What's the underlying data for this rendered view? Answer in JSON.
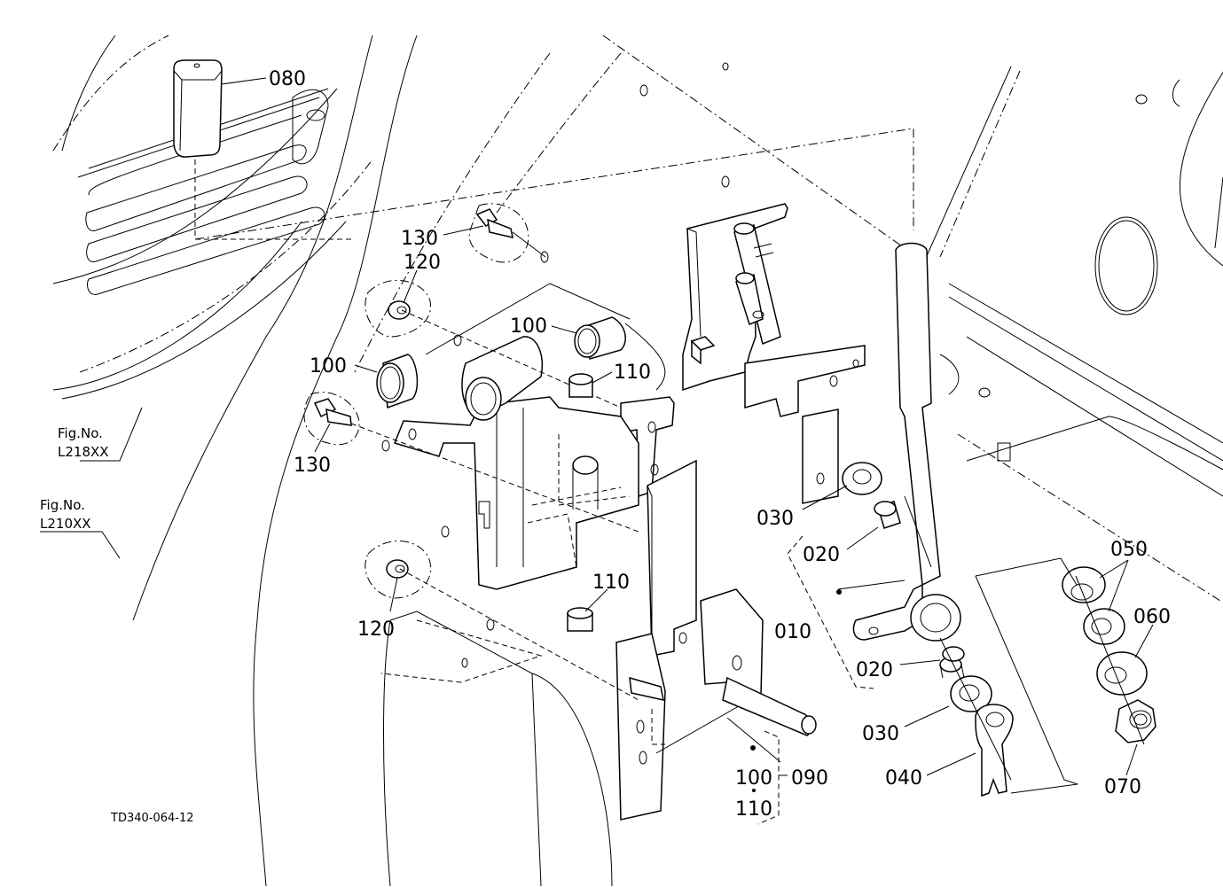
{
  "diagram": {
    "drawing_code": "TD340-064-12",
    "figure_refs": [
      {
        "label": "Fig.No.",
        "code": "L218XX"
      },
      {
        "label": "Fig.No.",
        "code": "L210XX"
      }
    ],
    "callouts": [
      {
        "id": "c080",
        "text": "080"
      },
      {
        "id": "c130a",
        "text": "130"
      },
      {
        "id": "c120a",
        "text": "120"
      },
      {
        "id": "c100a",
        "text": "100"
      },
      {
        "id": "c100b",
        "text": "100"
      },
      {
        "id": "c110a",
        "text": "110"
      },
      {
        "id": "c130b",
        "text": "130"
      },
      {
        "id": "c110b",
        "text": "110"
      },
      {
        "id": "c120b",
        "text": "120"
      },
      {
        "id": "c030a",
        "text": "030"
      },
      {
        "id": "c020a",
        "text": "020"
      },
      {
        "id": "c010",
        "text": "010"
      },
      {
        "id": "c020b",
        "text": "020"
      },
      {
        "id": "c030b",
        "text": "030"
      },
      {
        "id": "c040",
        "text": "040"
      },
      {
        "id": "c050",
        "text": "050"
      },
      {
        "id": "c060",
        "text": "060"
      },
      {
        "id": "c070",
        "text": "070"
      },
      {
        "id": "c100c",
        "text": "100"
      },
      {
        "id": "c110c",
        "text": "110"
      },
      {
        "id": "c090",
        "text": "090"
      }
    ]
  }
}
